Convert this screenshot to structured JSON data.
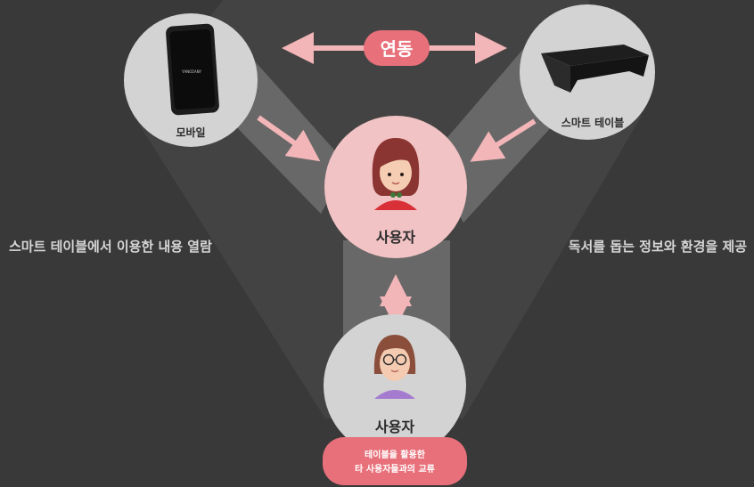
{
  "top_link": {
    "label": "연동"
  },
  "nodes": {
    "mobile": {
      "label": "모바일",
      "screen_text": "ΥΑΝΟΣΑΝΥ"
    },
    "table": {
      "label": "스마트 테이블"
    },
    "center_user": {
      "label": "사용자"
    },
    "bottom_user": {
      "label": "사용자"
    }
  },
  "side_texts": {
    "left": "스마트 테이블에서 이용한 내용 열람",
    "right": "독서를 돕는 정보와 환경을 제공"
  },
  "bottom_badge": {
    "line1": "테이블을 활용한",
    "line2": "타 사용자들과의 교류"
  },
  "colors": {
    "background": "#3a3939",
    "node_gray": "#d3d3d3",
    "center_pink": "#f2c3c4",
    "accent_pink": "#e8707a",
    "arrow_pink": "#f2b5b8"
  }
}
